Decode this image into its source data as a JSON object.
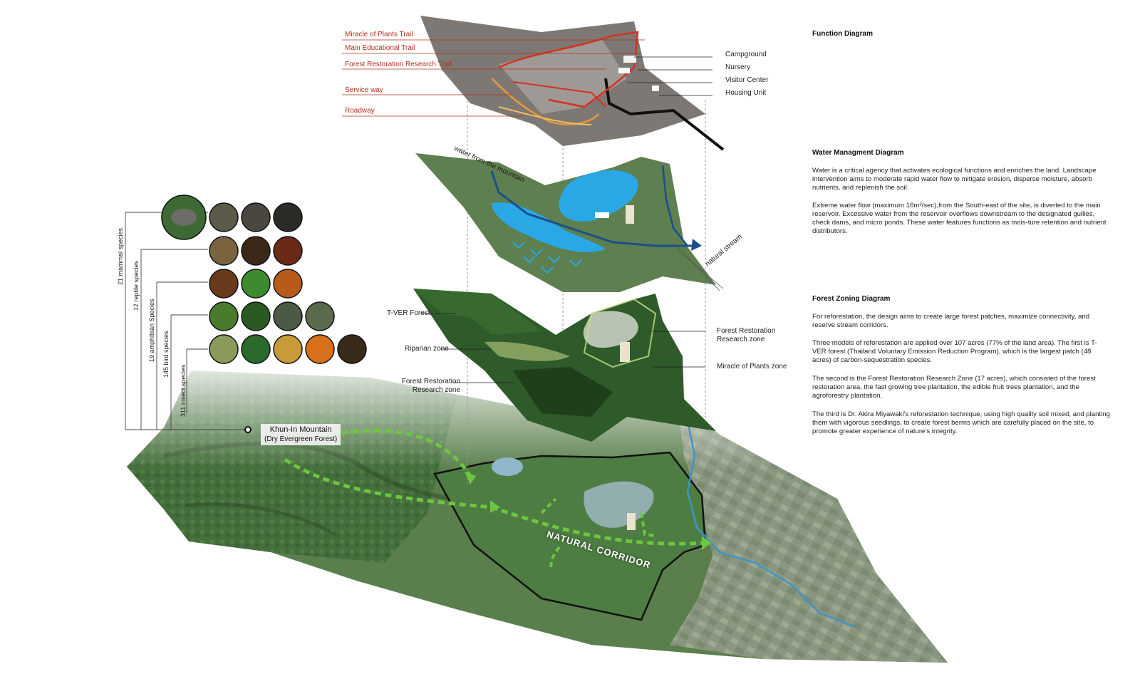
{
  "function_diagram": {
    "heading": "Function Diagram",
    "trails": [
      {
        "label": "Miracle of Plants Trail"
      },
      {
        "label": "Main Educational Trail"
      },
      {
        "label": "Forest Restoration Research Trail"
      },
      {
        "label": "Service way"
      },
      {
        "label": "Roadway"
      }
    ],
    "facilities": [
      {
        "label": "Campground"
      },
      {
        "label": "Nursery"
      },
      {
        "label": "Visitor Center"
      },
      {
        "label": "Housing Unit"
      }
    ]
  },
  "water_diagram": {
    "heading": "Water Managment Diagram",
    "paragraphs": [
      "Water is a critical agency that activates ecological functions and enriches the land. Landscape intervention aims to moderate rapid water flow to mitigate erosion, disperse moisture, absorb nutrients, and replenish the soil.",
      "Extreme water flow (maximum 16m³/sec),from the South-east of the site, is diverted to the main reservoir. Excessive water from the reservoir overflows downstream to the designated  gullies, check dams, and micro ponds. These water features functions as mois-ture retention and nutrient distributors."
    ],
    "labels": {
      "water_from_mountain": "water from the mountain",
      "natural_stream": "natural stream"
    }
  },
  "forest_zoning": {
    "heading": "Forest Zoning Diagram",
    "paragraphs": [
      "For reforestation, the design aims to create large forest patches, maximize connectivity, and reserve stream corridors.",
      "Three models of reforestation are applied over 107 acres (77% of the land area). The first is T-VER forest (Thailand Voluntary Emission Reduction Program), which is the largest patch (48 acres) of carbon-sequestration species.",
      "The second is the Forest Restoration Research Zone (17 acres), which consisted of the forest restoration area, the fast growing tree plantation, the edible fruit trees plantation, and the agroforestry plantation.",
      "The third is Dr. Akira Miyawaki’s reforestation technique, using high quality soil mixed, and planting them with vigorous seedlings, to create forest berms which are carefully placed on the site, to promote greater experience of nature’s integrity."
    ],
    "zones": {
      "tver": "T-VER Forest",
      "riparian": "Riparian zone",
      "research_left_1": "Forest Restoration",
      "research_left_2": "Research zone",
      "research_right_1": "Forest Restoration",
      "research_right_2": "Research zone",
      "miracle": "Miracle of Plants zone"
    }
  },
  "biodiversity": {
    "groups": [
      {
        "label": "21 mammal species",
        "count": 21,
        "photos": 4
      },
      {
        "label": "12 reptile species",
        "count": 12,
        "photos": 3
      },
      {
        "label": "19 amphibian Species",
        "count": 19,
        "photos": 3
      },
      {
        "label": "145 bird species",
        "count": 145,
        "photos": 4
      },
      {
        "label": "311 insect species",
        "count": 311,
        "photos": 5
      }
    ]
  },
  "site_map": {
    "mountain_title": "Khun-In Mountain",
    "mountain_subtitle": "(Dry Evergreen Forest)",
    "corridor_label": "NATURAL CORRIDOR"
  },
  "colors": {
    "trail_label": "#b3301d",
    "water_blue": "#2aa8e6",
    "forest_dark": "#2f5a2a",
    "corridor_green": "#6cc63f",
    "terrain_gray": "#7d7873"
  }
}
